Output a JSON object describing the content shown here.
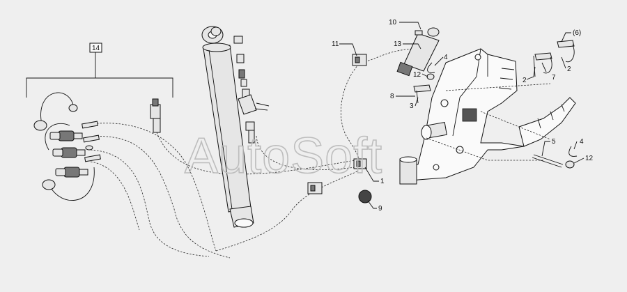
{
  "watermark": "AutoSoft",
  "group_label": "14",
  "part_labels": {
    "p1": "1",
    "p2a": "2",
    "p2b": "2",
    "p3": "3",
    "p4a": "4",
    "p4b": "4",
    "p5": "5",
    "p6": "(6)",
    "p7": "7",
    "p8": "8",
    "p9": "9",
    "p10": "10",
    "p11": "11",
    "p12a": "12",
    "p12b": "12",
    "p13": "13"
  },
  "colors": {
    "background": "#efefef",
    "line": "#111111",
    "watermark": "#bdbdbd"
  }
}
